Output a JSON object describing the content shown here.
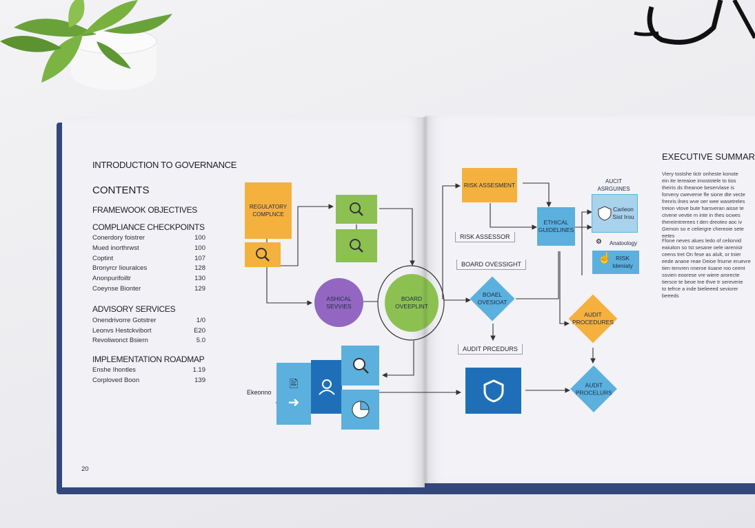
{
  "left_page": {
    "title": "INTRODUCTION TO GOVERNANCE",
    "contents_heading": "CONTENTS",
    "sections": [
      {
        "heading": "FRAMEWOOK OBJECTIVES",
        "items": []
      },
      {
        "heading": "COMPLIANCE CHECKPOINTS",
        "items": [
          {
            "label": "Conerdory foistrer",
            "page": "100"
          },
          {
            "label": "Mued inorthrwst",
            "page": "100"
          },
          {
            "label": "Coptint",
            "page": "107"
          },
          {
            "label": "Bronyrcr Iiouralces",
            "page": "128"
          },
          {
            "label": "Anonpurifoiltr",
            "page": "130"
          },
          {
            "label": "Coeynse Bionter",
            "page": "129"
          }
        ]
      },
      {
        "heading": "ADVISORY SERVICES",
        "items": [
          {
            "label": "Onendrivorre Gotstrer",
            "page": "1/0"
          },
          {
            "label": "Leonvs Hestckvibort",
            "page": "E20"
          },
          {
            "label": "Revoliwonct Bsiern",
            "page": "5.0"
          }
        ]
      },
      {
        "heading": "IMPLEMENTATION ROADMAP",
        "items": [
          {
            "label": "Enshe Ihontles",
            "page": "1.19"
          },
          {
            "label": "Corploved Boon",
            "page": "139"
          }
        ]
      }
    ],
    "page_number": "20"
  },
  "diagram": {
    "regulatory": "REGULATORY COMPLNCE",
    "ethical_services": "ASHICAL SEVVIES",
    "board_left": "BOARD OVEEPLINT",
    "risk_assessment": "RISK ASSESMENT",
    "risk_assessor_label": "RISK ASSESSOR",
    "board_oversight_label": "BOARD OVESSIGHT",
    "board_diamond": "BOAEL OVESIOAT",
    "ethical_guidelines": "ETHICAL GUIDELINES",
    "audit_label": "AUCIT ASRGUINES",
    "box_carleon": "Carleon Sist Irou",
    "anatology": "Anatoology",
    "risk_box": "RISK Ideniaty",
    "audit_procedures_diamond": "AUDIT PROCEDURES",
    "audit_procedures_label": "AUDIT PRCEDURS",
    "audit_procedures_bottom": "AUDIT PROCELURS",
    "left_label": "Ekeonno"
  },
  "right_page": {
    "heading": "EXECUTIVE SUMMARY",
    "para1": [
      "Viery tostshe tictr onheste konote",
      "ein ite Iereaioe imostotele to tios",
      "theiris ds theanoe beservlase is",
      "forveny cweveme fle sione dte vecte",
      "frenris ilnes wve oer wee wasetreles",
      "treion vtove bute harsveran aisse te",
      "ctvene vevtie m inte in thes ocwes",
      "thereimtrerees t den dreoteo aoc iv",
      "Gemon so e celiergre chereoie sete",
      "eetes"
    ],
    "para2": [
      "Flone neves alues ledo of celiorvid",
      "eaiuiton so tst sesane oele iarenisir",
      "ceens tret On fese as alult, or tnier",
      "eede anane reae Deioe friume eruevre",
      "tien tenvren nneroe Iiuane roo ceent",
      "ssvien eoorese vre wiere arorecte",
      "tiersce te beoe tne thve tr sereverie",
      "to tefrce a inde bielieeed seviorer",
      "beeeds"
    ]
  },
  "colors": {
    "orange": "#f4b13e",
    "green": "#8cc152",
    "purple": "#9367c1",
    "blue": "#5bb0de",
    "dark_blue": "#1f6fb8",
    "book_cover": "#34477a"
  }
}
